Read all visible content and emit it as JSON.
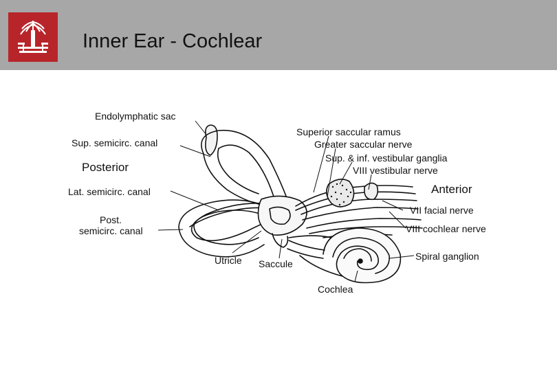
{
  "slide": {
    "title": "Inner Ear - Cochlear",
    "logo": {
      "icon": "palmetto-seal-icon",
      "color": "#b7252a"
    },
    "header_color": "#a7a7a7"
  },
  "diagram": {
    "labels": {
      "endolymphatic_sac": "Endolymphatic sac",
      "sup_semicirc_canal": "Sup. semicirc. canal",
      "posterior": "Posterior",
      "lat_semicirc_canal": "Lat. semicirc. canal",
      "post_semicirc_canal_line1": "Post.",
      "post_semicirc_canal_line2": "semicirc. canal",
      "utricle": "Utricle",
      "saccule": "Saccule",
      "cochlea": "Cochlea",
      "superior_saccular_ramus": "Superior saccular ramus",
      "greater_saccular_nerve": "Greater saccular nerve",
      "vestibular_ganglia": "Sup. & inf. vestibular ganglia",
      "viii_vestibular_nerve": "VIII vestibular nerve",
      "anterior": "Anterior",
      "vii_facial_nerve": "VII facial nerve",
      "viii_cochlear_nerve": "VIII cochlear nerve",
      "spiral_ganglion": "Spiral ganglion"
    }
  }
}
